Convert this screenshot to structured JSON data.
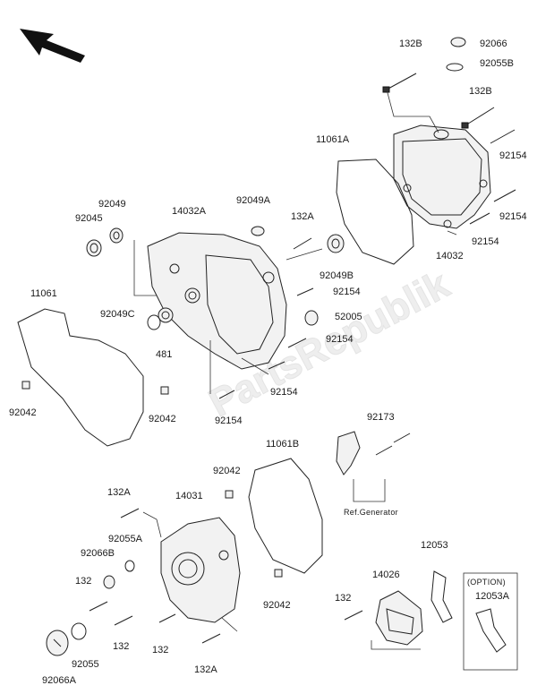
{
  "labels": {
    "l_132B_top": "132B",
    "l_92066": "92066",
    "l_92055B": "92055B",
    "l_132B_right": "132B",
    "l_11061A": "11061A",
    "l_92154_r1": "92154",
    "l_92154_r2": "92154",
    "l_92154_r3": "92154",
    "l_14032": "14032",
    "l_92049": "92049",
    "l_92045": "92045",
    "l_14032A": "14032A",
    "l_92049A": "92049A",
    "l_132A_mid": "132A",
    "l_92049B": "92049B",
    "l_92154_m1": "92154",
    "l_52005": "52005",
    "l_92154_m2": "92154",
    "l_92154_m3": "92154",
    "l_92154_m4": "92154",
    "l_11061": "11061",
    "l_92049C": "92049C",
    "l_481": "481",
    "l_92042_left": "92042",
    "l_92042_mid": "92042",
    "l_11061B": "11061B",
    "l_92173": "92173",
    "l_92042_low": "92042",
    "l_132A_low": "132A",
    "l_14031": "14031",
    "l_refgen": "Ref.Generator",
    "l_92055A": "92055A",
    "l_92066B": "92066B",
    "l_12053": "12053",
    "l_option": "(OPTION)",
    "l_12053A": "12053A",
    "l_14026": "14026",
    "l_132_a": "132",
    "l_132_b": "132",
    "l_132_c": "132",
    "l_132_d": "132",
    "l_92042_bot": "92042",
    "l_92055": "92055",
    "l_92066A": "92066A",
    "l_132A_bot": "132A"
  },
  "watermark": "PartsRepublik"
}
